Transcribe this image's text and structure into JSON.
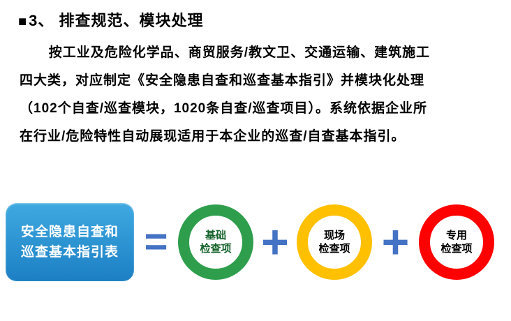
{
  "slide": {
    "title_bullet": "■",
    "title": "3、 排查规范、模块处理",
    "body_lines": [
      "按工业及危险化学品、商贸服务/教文卫、交通运输、建筑施工",
      "四大类，对应制定《安全隐患自查和巡查基本指引》并模块化处理",
      "（102个自查/巡查模块，1020条自查/巡查项目）。系统依据企业所",
      "在行业/危险特性自动展现适用于本企业的巡查/自查基本指引。"
    ]
  },
  "diagram": {
    "box": {
      "line1": "安全隐患自查和",
      "line2": "巡查基本指引表",
      "color_top": "#3fa9e1",
      "color_bottom": "#1c7fc4",
      "text_color": "#ffffff"
    },
    "operator_color": "#4472c4",
    "equals": "=",
    "plus": "+",
    "rings": [
      {
        "line1": "基础",
        "line2": "检查项",
        "ring_color": "#2e9e4c",
        "text_color": "#17642d"
      },
      {
        "line1": "现场",
        "line2": "检查项",
        "ring_color": "#ffc000",
        "text_color": "#000000"
      },
      {
        "line1": "专用",
        "line2": "检查项",
        "ring_color": "#ff0000",
        "text_color": "#000000"
      }
    ]
  }
}
